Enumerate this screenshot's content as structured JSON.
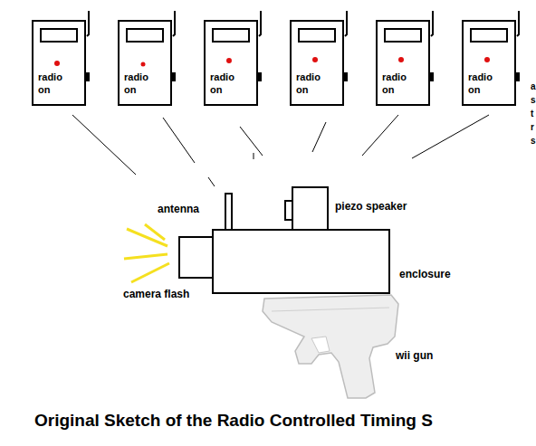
{
  "diagram": {
    "title": "Original Sketch of the Radio Controlled Timing S",
    "nodes": [
      {
        "text": [
          "radio on"
        ]
      },
      {
        "text": [
          "radio on"
        ]
      },
      {
        "text": [
          "radio on"
        ]
      },
      {
        "text": [
          "radio on"
        ]
      },
      {
        "text": [
          "radio on"
        ]
      },
      {
        "text": [
          "radio on"
        ]
      }
    ],
    "labels": [
      "antenna",
      "piezo speaker",
      "enclosure",
      "camera flash",
      "wii gun",
      "a",
      "s",
      "t",
      "r",
      "s"
    ]
  }
}
